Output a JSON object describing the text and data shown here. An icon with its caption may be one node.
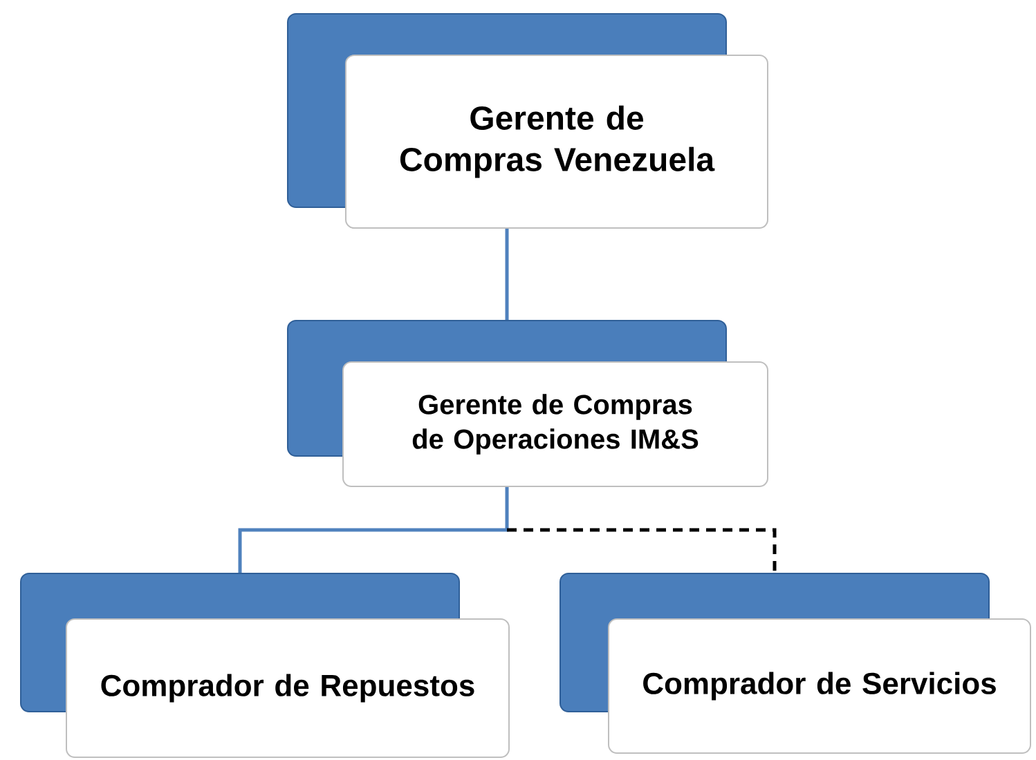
{
  "diagram": {
    "nodes": [
      {
        "text": [
          "Gerente de Compras Venezuela"
        ]
      },
      {
        "text": [
          "Gerente de Compras de Operaciones IM&S"
        ]
      },
      {
        "text": [
          "Comprador de Repuestos"
        ]
      },
      {
        "text": [
          "Comprador de Servicios"
        ]
      }
    ],
    "edges": [
      {
        "from": 0,
        "to": 1,
        "arrow": "none"
      },
      {
        "from": 1,
        "to": 2,
        "arrow": "none"
      },
      {
        "from": 1,
        "to": 3,
        "arrow": "none",
        "style": "dashed",
        "color": "#000000"
      }
    ]
  }
}
